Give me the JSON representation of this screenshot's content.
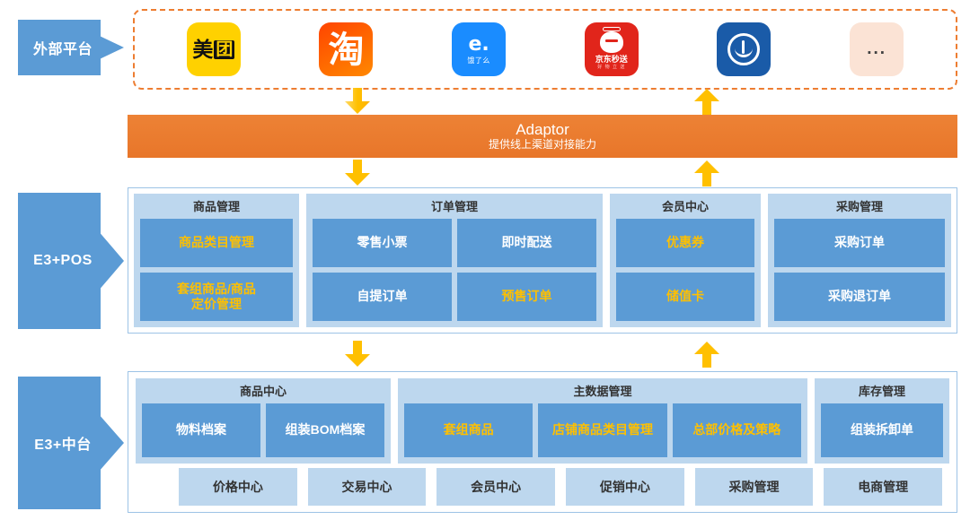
{
  "rows": [
    {
      "label": "外部平台"
    },
    {
      "label": "E3+POS"
    },
    {
      "label": "E3+中台"
    }
  ],
  "external_platforms": {
    "logos": [
      {
        "name": "meituan",
        "text": "美",
        "boxed": "团"
      },
      {
        "name": "taobao",
        "text": "淘"
      },
      {
        "name": "eleme",
        "mark": "e.",
        "text": "饿了么"
      },
      {
        "name": "jingdong",
        "text": "京东秒送",
        "sub": "好 物 立 送"
      },
      {
        "name": "dada",
        "text": ""
      },
      {
        "name": "more",
        "text": "..."
      }
    ]
  },
  "adaptor": {
    "title": "Adaptor",
    "subtitle": "提供线上渠道对接能力"
  },
  "pos": {
    "groups": [
      {
        "title": "商品管理",
        "items": [
          {
            "label": "商品类目管理",
            "highlight": true
          },
          {
            "label": "套组商品/商品\n定价管理",
            "highlight": true
          }
        ]
      },
      {
        "title": "订单管理",
        "items": [
          {
            "label": "零售小票",
            "highlight": false
          },
          {
            "label": "即时配送",
            "highlight": false
          },
          {
            "label": "自提订单",
            "highlight": false
          },
          {
            "label": "预售订单",
            "highlight": true
          }
        ]
      },
      {
        "title": "会员中心",
        "items": [
          {
            "label": "优惠券",
            "highlight": true
          },
          {
            "label": "储值卡",
            "highlight": true
          }
        ]
      },
      {
        "title": "采购管理",
        "items": [
          {
            "label": "采购订单",
            "highlight": false
          },
          {
            "label": "采购退订单",
            "highlight": false
          }
        ]
      }
    ]
  },
  "middle_platform": {
    "groups": [
      {
        "title": "商品中心",
        "items": [
          {
            "label": "物料档案",
            "highlight": false
          },
          {
            "label": "组装BOM档案",
            "highlight": false
          }
        ]
      },
      {
        "title": "主数据管理",
        "items": [
          {
            "label": "套组商品",
            "highlight": true
          },
          {
            "label": "店铺商品类目管理",
            "highlight": true
          },
          {
            "label": "总部价格及策略",
            "highlight": true
          }
        ]
      },
      {
        "title": "库存管理",
        "items": [
          {
            "label": "组装拆卸单",
            "highlight": false
          }
        ]
      }
    ],
    "centers": [
      "价格中心",
      "交易中心",
      "会员中心",
      "促销中心",
      "采购管理",
      "电商管理"
    ]
  },
  "colors": {
    "label_blue": "#5B9BD5",
    "group_blue": "#BDD7EE",
    "adaptor_orange": "#E8762A",
    "dashed_border": "#ED7D31",
    "highlight_text": "#FFC000",
    "arrow_yellow": "#FFC000"
  }
}
